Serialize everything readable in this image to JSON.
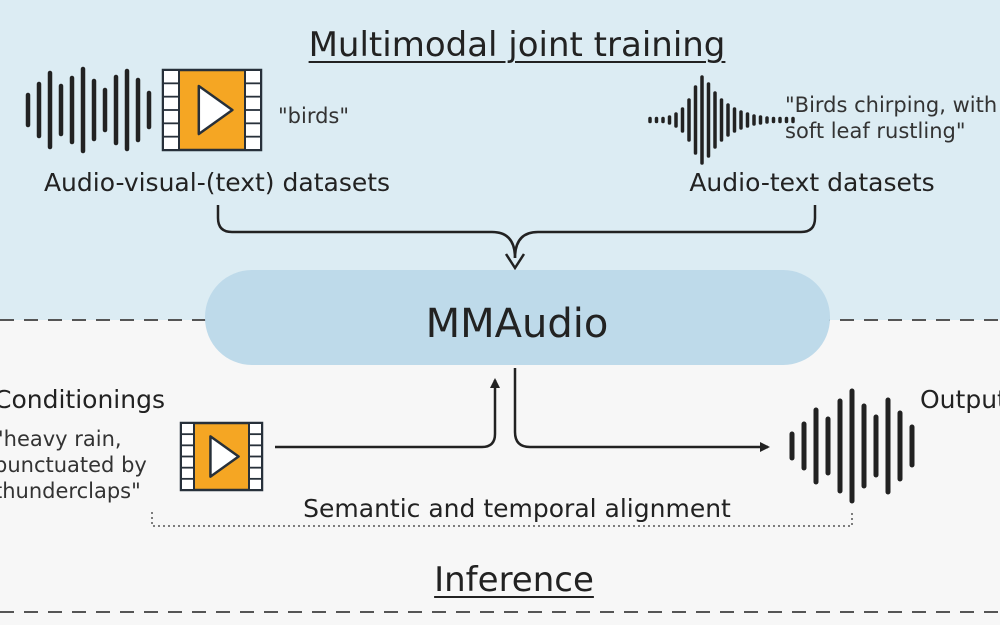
{
  "training": {
    "title": "Multimodal joint training",
    "av_dataset_label": "Audio-visual-(text) datasets",
    "av_caption": "\"birds\"",
    "at_dataset_label": "Audio-text datasets",
    "at_caption": "\"Birds chirping, with\nsoft leaf rustling\""
  },
  "model": {
    "name": "MMAudio"
  },
  "inference": {
    "title": "Inference",
    "conditionings_label": "Conditionings",
    "conditioning_caption": "\"heavy rain,\npunctuated by\nthunderclaps\"",
    "alignment_label": "Semantic and temporal alignment",
    "output_label": "Output"
  },
  "colors": {
    "training_bg": "#dcecf3",
    "inference_bg": "#f7f7f7",
    "model_fill": "#bedaea",
    "video_icon_orange": "#f5a623",
    "ink": "#222222"
  },
  "icons": [
    "waveform-icon",
    "video-play-icon",
    "waveform-icon",
    "video-play-icon",
    "waveform-icon"
  ]
}
